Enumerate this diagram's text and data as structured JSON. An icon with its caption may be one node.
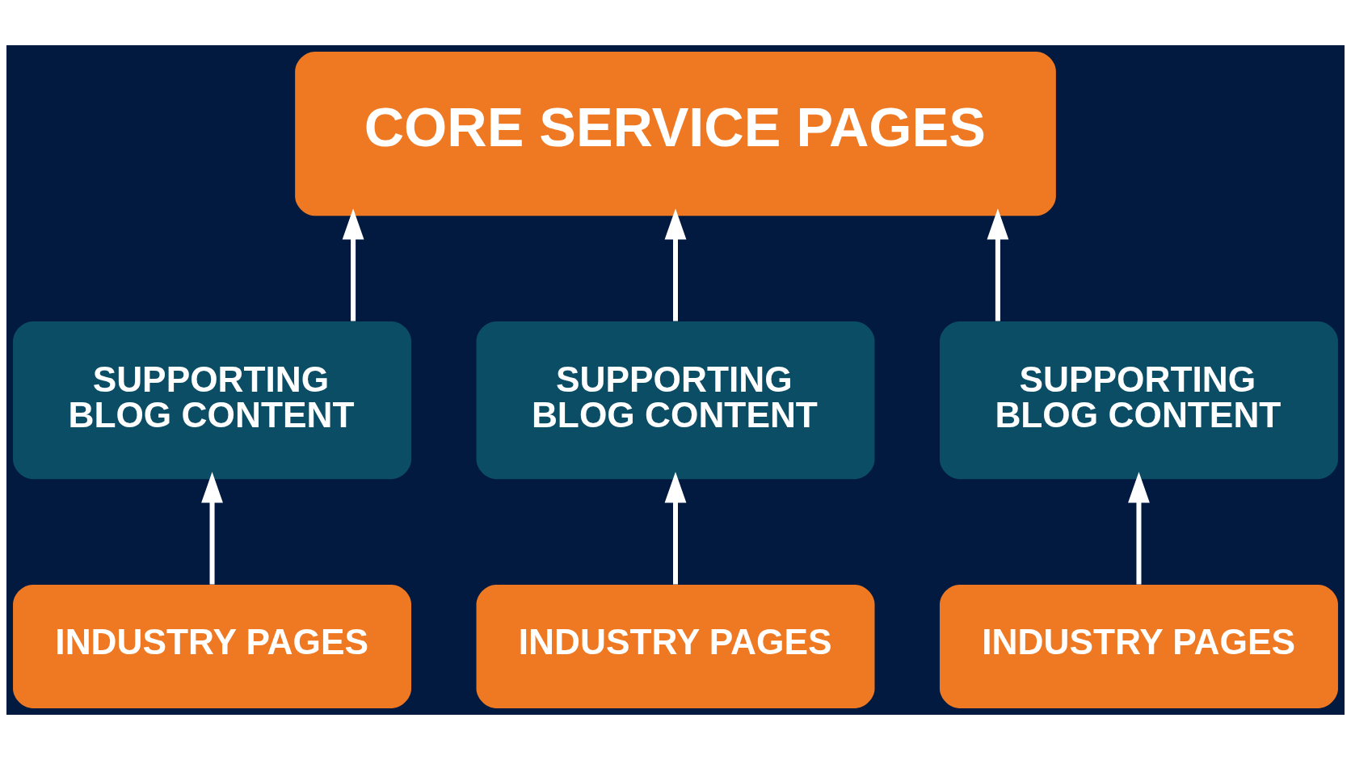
{
  "diagram": {
    "nodes": [
      {
        "text": [
          "CORE SERVICE PAGES"
        ]
      },
      {
        "text": [
          "SUPPORTING BLOG CONTENT"
        ]
      },
      {
        "text": [
          "SUPPORTING BLOG CONTENT"
        ]
      },
      {
        "text": [
          "SUPPORTING BLOG CONTENT"
        ]
      },
      {
        "text": [
          "INDUSTRY PAGES"
        ]
      },
      {
        "text": [
          "INDUSTRY PAGES"
        ]
      },
      {
        "text": [
          "INDUSTRY PAGES"
        ]
      }
    ],
    "edges": [
      {
        "from": 1,
        "to": 0,
        "arrow": "to"
      },
      {
        "from": 2,
        "to": 0,
        "arrow": "to"
      },
      {
        "from": 3,
        "to": 0,
        "arrow": "to"
      },
      {
        "from": 4,
        "to": 1,
        "arrow": "to"
      },
      {
        "from": 5,
        "to": 2,
        "arrow": "to"
      },
      {
        "from": 6,
        "to": 3,
        "arrow": "to"
      }
    ]
  }
}
